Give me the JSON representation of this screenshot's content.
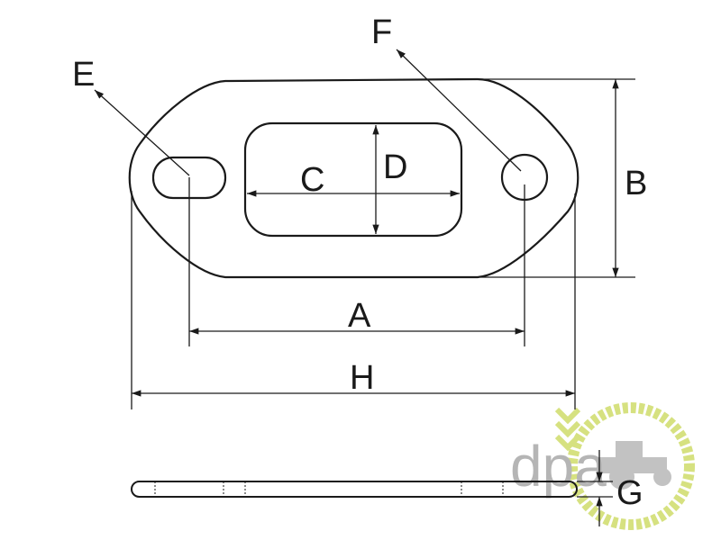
{
  "diagram": {
    "labels": {
      "A": "A",
      "B": "B",
      "C": "C",
      "D": "D",
      "E": "E",
      "F": "F",
      "G": "G",
      "H": "H"
    },
    "watermark": {
      "text": "dpa",
      "accent_color": "#cfdc6a",
      "text_color": "#a9a9a9"
    },
    "line_color": "#1a1a1a"
  }
}
